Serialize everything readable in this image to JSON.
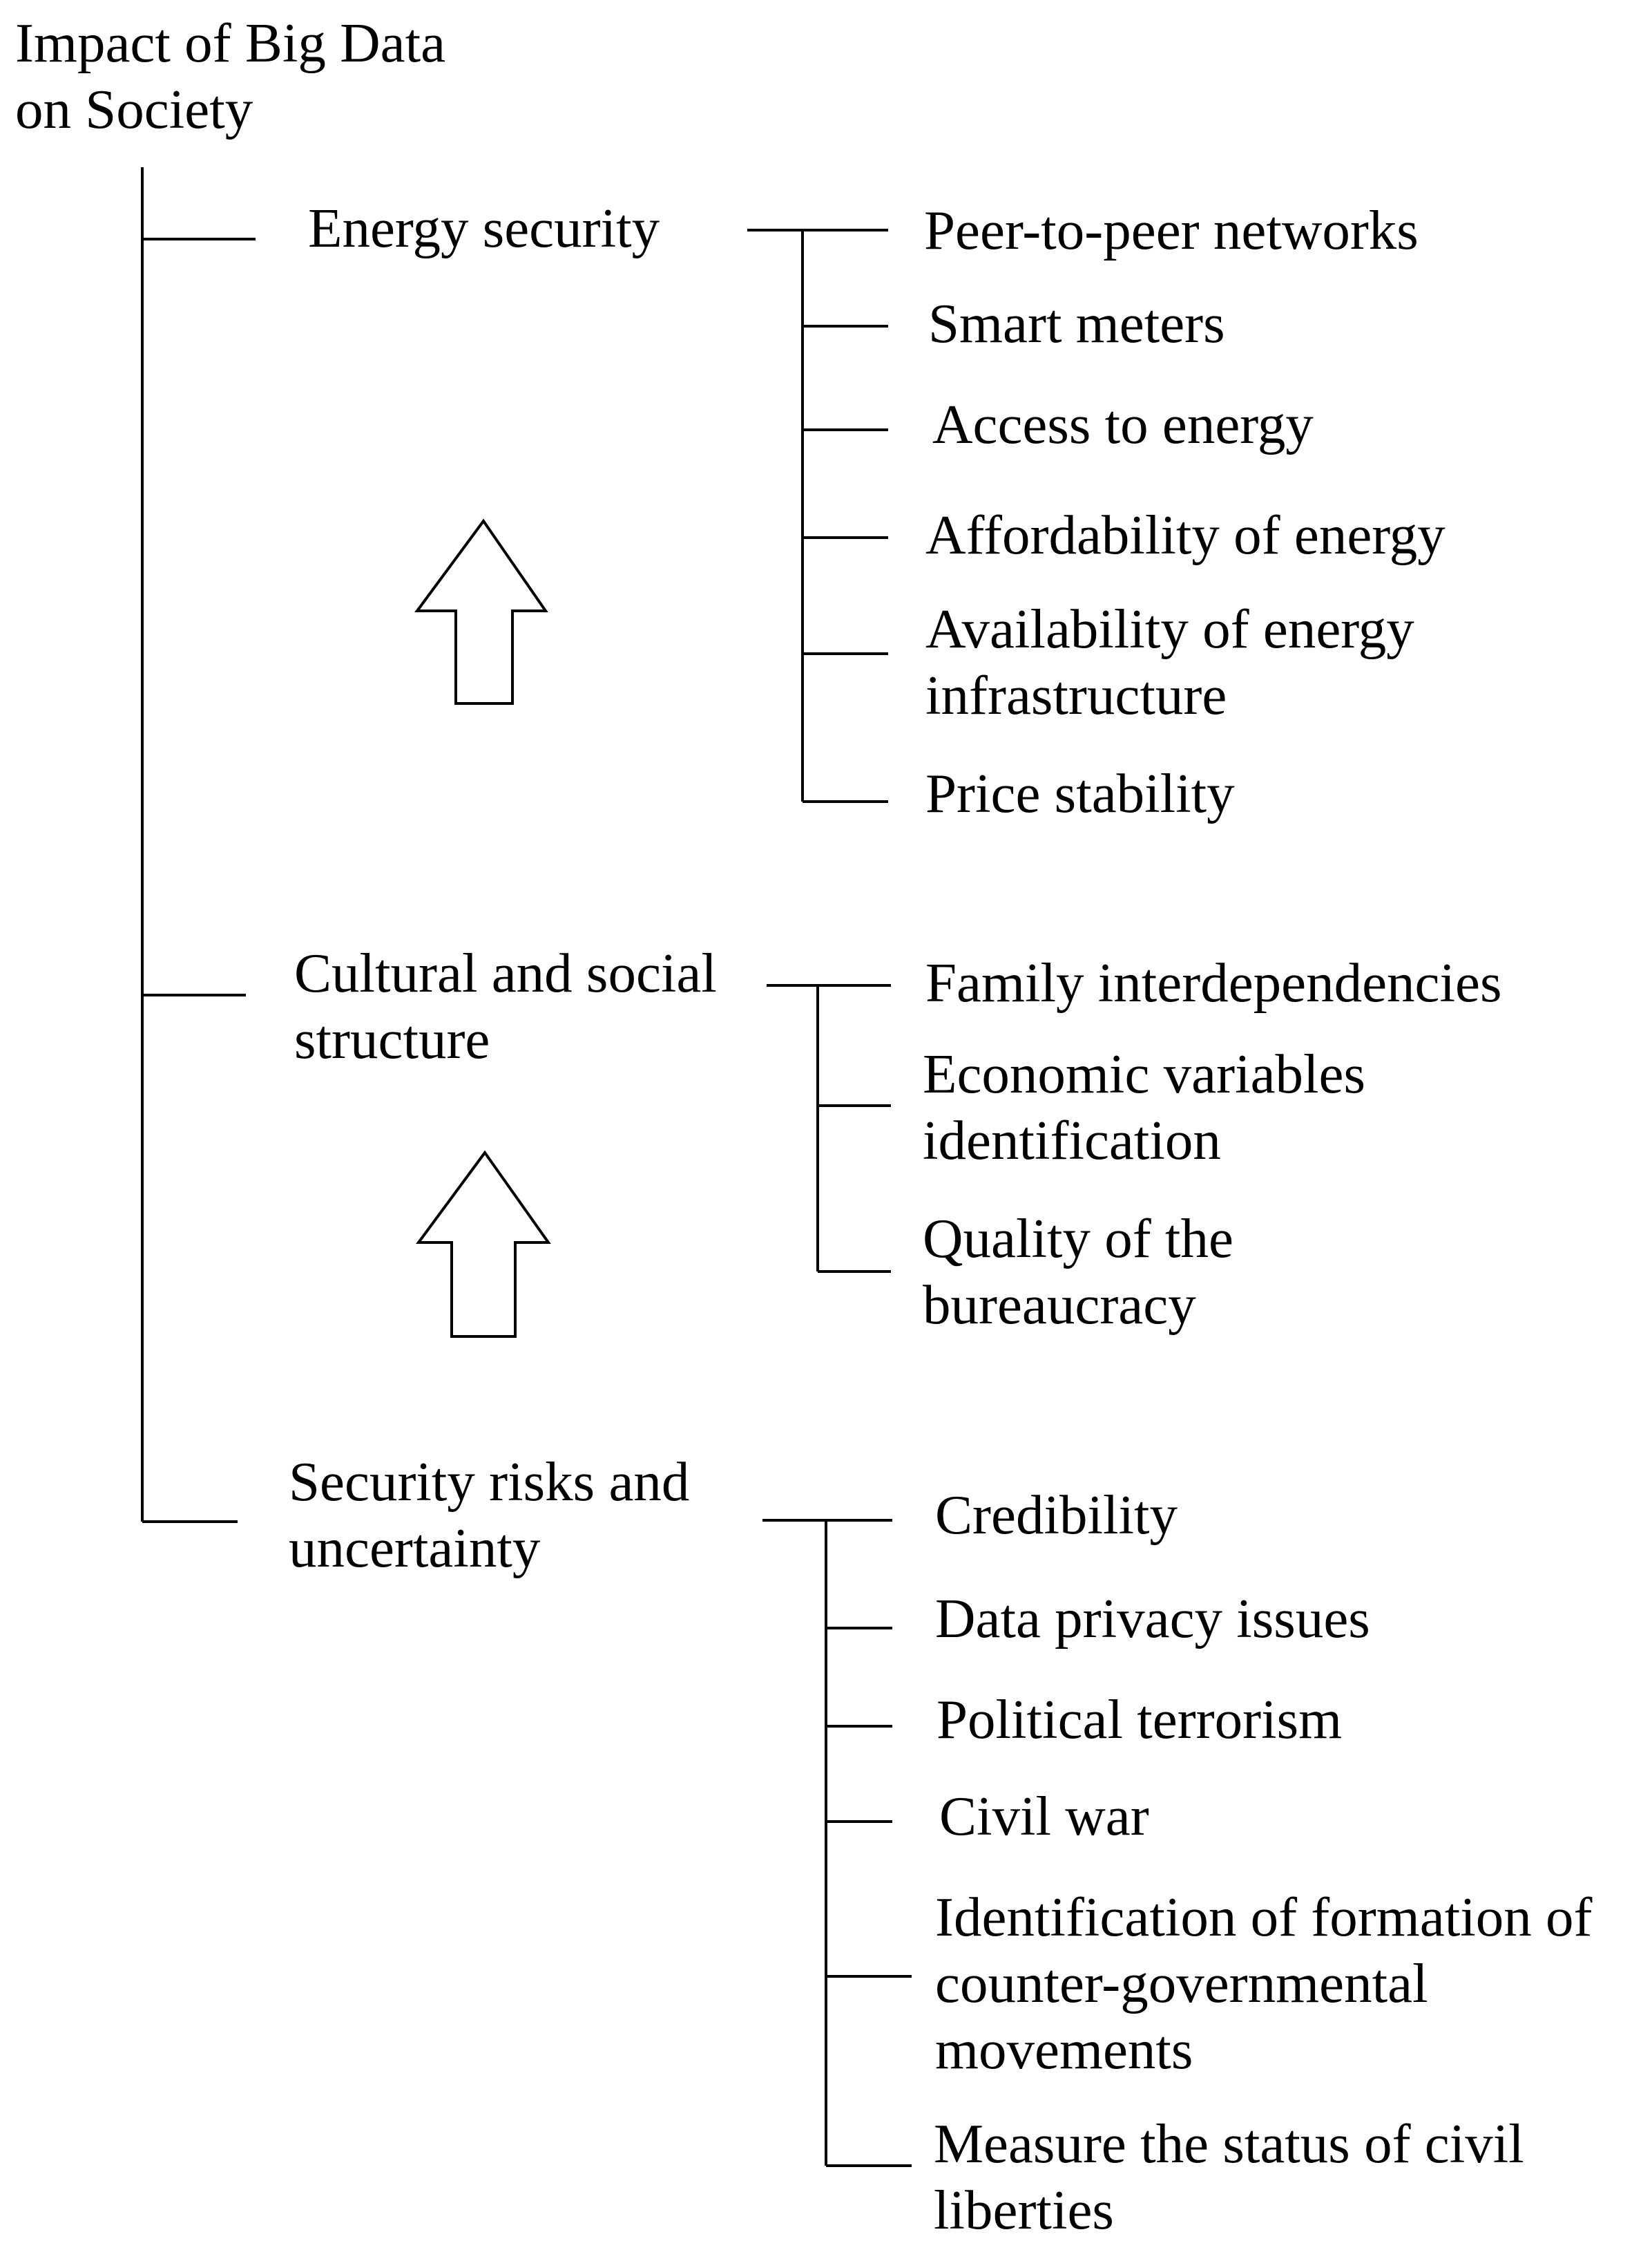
{
  "title": "Impact of Big Data\non Society",
  "categories": [
    {
      "label": "Energy security",
      "items": [
        "Peer-to-peer networks",
        "Smart meters",
        "Access to energy",
        "Affordability of energy",
        "Availability of energy\ninfrastructure",
        "Price stability"
      ]
    },
    {
      "label": "Cultural and social\nstructure",
      "items": [
        "Family interdependencies",
        "Economic variables\nidentification",
        "Quality of the\nbureaucracy"
      ]
    },
    {
      "label": "Security risks and\nuncertainty",
      "items": [
        "Credibility",
        "Data privacy issues",
        "Political terrorism",
        "Civil war",
        "Identification of formation of\ncounter-governmental\nmovements",
        "Measure the status of civil\nliberties"
      ]
    }
  ],
  "colors": {
    "line": "#000000",
    "text": "#000000",
    "background": "#ffffff"
  }
}
